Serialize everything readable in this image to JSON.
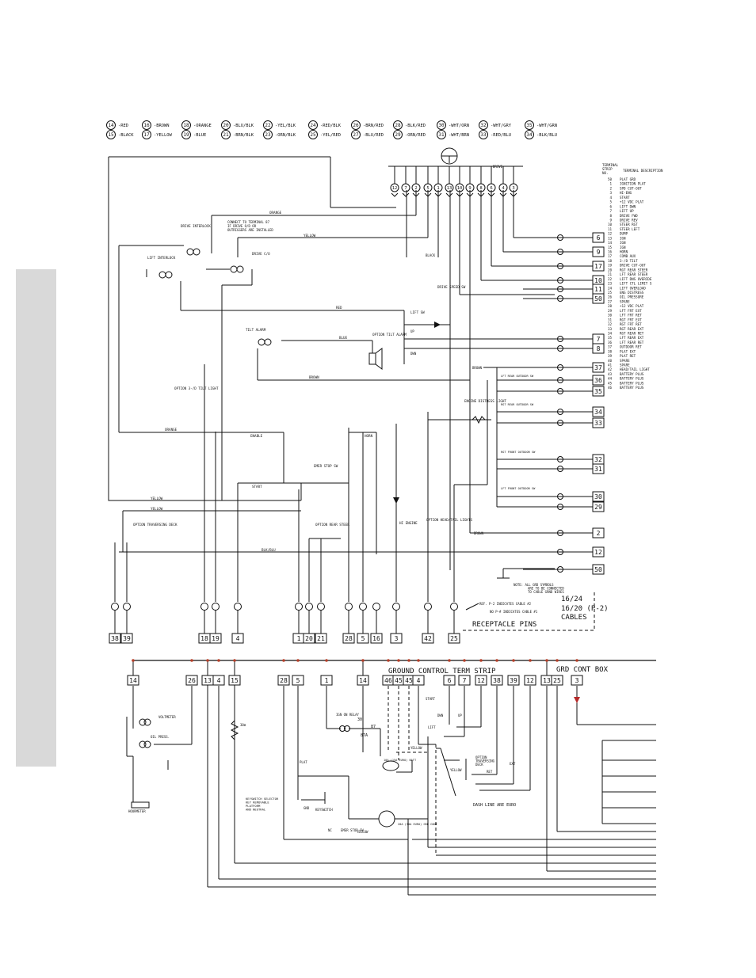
{
  "legend": [
    {
      "num": "14",
      "color": "RED"
    },
    {
      "num": "15",
      "color": "BLACK"
    },
    {
      "num": "16",
      "color": "BROWN"
    },
    {
      "num": "17",
      "color": "YELLOW"
    },
    {
      "num": "18",
      "color": "ORANGE"
    },
    {
      "num": "19",
      "color": "BLUE"
    },
    {
      "num": "20",
      "color": "BLU/BLK"
    },
    {
      "num": "21",
      "color": "BRN/BLK"
    },
    {
      "num": "22",
      "color": "YEL/BLK"
    },
    {
      "num": "23",
      "color": "ORN/BLK"
    },
    {
      "num": "24",
      "color": "RED/BLK"
    },
    {
      "num": "25",
      "color": "YEL/RED"
    },
    {
      "num": "26",
      "color": "BRN/RED"
    },
    {
      "num": "27",
      "color": "BLU/RED"
    },
    {
      "num": "28",
      "color": "BLK/RED"
    },
    {
      "num": "29",
      "color": "ORN/RED"
    },
    {
      "num": "30",
      "color": "WHT/ORN"
    },
    {
      "num": "31",
      "color": "WHT/BRN"
    },
    {
      "num": "32",
      "color": "WHT/GRY"
    },
    {
      "num": "33",
      "color": "RED/BLU"
    },
    {
      "num": "35",
      "color": "WHT/GRN"
    },
    {
      "num": "34",
      "color": "BLK/BLU"
    }
  ],
  "drive_connector": {
    "label": "DRIVE",
    "pins": [
      "12",
      "7",
      "2",
      "5",
      "1",
      "13",
      "10",
      "9",
      "8",
      "6",
      "4",
      "3"
    ]
  },
  "terminal_strip": {
    "title_line1": "TERMINAL",
    "title_line2": "STRIP",
    "title_line3": "NO.",
    "desc_header": "TERMINAL DESCRIPTION",
    "rows": [
      "50  PLAT GRD",
      "1  IGNITION PLAT",
      "2  SPD CUT-OUT",
      "3  HI-ENG",
      "4  START",
      "5  +12 VDC PLAT",
      "6  LIFT DWN",
      "7  LIFT UP",
      "8  DRIVE FWD",
      "9  DRIVE REV",
      "10  STEER RGT",
      "11  STEER LEFT",
      "12  DUMP",
      "13  IGN",
      "14  IGN",
      "15  IGN",
      "16  HORN",
      "17  COMB AUX",
      "18  3-/D TILT",
      "19  DRIVE CUT-OUT",
      "20  RGT REAR STEER",
      "21  LFT REAR STEER",
      "22  LIFT DNS OVERIDE",
      "23  LIFT CTL LIMIT S",
      "24  LIFT OVERLOAD",
      "25  ENG DISTRESS",
      "26  OIL PRESSURE",
      "27  SPARE",
      "28  +12 VDC PLAT",
      "29  LFT FRT EXT",
      "30  LFT FRT RET",
      "31  RGT FRT EXT",
      "32  RGT FRT RET",
      "33  RGT REAR EXT",
      "34  RGT REAR RET",
      "35  LFT REAR EXT",
      "36  LFT REAR RET",
      "37  OUTDOOR RET",
      "38  PLAT EXT",
      "39  PLAT RET",
      "40  SPARE",
      "41  SPARE",
      "42  HEAD/TAIL LIGHT",
      "43  BATTERY PLUS",
      "44  BATTERY PLUS",
      "45  BATTERY PLUS",
      "46  BATTERY PLUS"
    ]
  },
  "right_terminals": [
    "6",
    "9",
    "17",
    "10",
    "11",
    "50",
    "7",
    "8",
    "37",
    "36",
    "35",
    "34",
    "33",
    "32",
    "31",
    "30",
    "29",
    "2",
    "12",
    "50"
  ],
  "bottom_receptacle_boxes": [
    "38",
    "39",
    "18",
    "19",
    "4",
    "1",
    "20",
    "21",
    "28",
    "5",
    "16",
    "3",
    "42",
    "25"
  ],
  "ground_boxes": [
    "14",
    "26",
    "13",
    "4",
    "15",
    "28",
    "5",
    "1",
    "14",
    "46",
    "45",
    "45",
    "4",
    "6",
    "7",
    "12",
    "38",
    "39",
    "12",
    "13",
    "25",
    "3"
  ],
  "labels": {
    "drive_interlock": "DRIVE INTERLOCK",
    "lift_interlock": "LIFT INTERLOCK",
    "connect_note": "CONNECT TO TERMINAL 87 IF DRIVE O/D OR OUTRIGGERS ARE INSTALLED",
    "drive_cutout": "DRIVE C/O",
    "tilt_alarm": "TILT ALARM",
    "option_tilt_alarm": "OPTION TILT ALARM",
    "option_tilt_light": "OPTION 3-/D TILT LIGHT",
    "drive_speed_sw": "DRIVE SPEED SW",
    "lift_sw": "LIFT SW",
    "engine_distress": "ENGINE DISTRESS LIGHT",
    "enable": "ENABLE",
    "horn": "HORN",
    "start": "START",
    "emer_stop": "EMER STOP SW",
    "option_rear_steer": "OPTION REAR STEER",
    "option_traversing_deck": "OPTION TRAVERSING DECK",
    "hi_engine": "HI ENGINE",
    "option_head_tail": "OPTION HEAD/TAIL LIGHTS",
    "wire_orange": "ORANGE",
    "wire_yellow": "YELLOW",
    "wire_red": "RED",
    "wire_blue": "BLUE",
    "wire_brown": "BROWN",
    "wire_blk_blu": "BLK/BLU",
    "wire_black": "BLACK",
    "up": "UP",
    "dwn": "DWN",
    "lft_rear_outdoor": "LFT REAR OUTDOOR SW",
    "rgt_rear_outdoor": "RGT REAR OUTDOOR SW",
    "rgt_front_outdoor": "RGT FRONT OUTDOOR SW",
    "lft_front_outdoor": "LFT FRONT OUTDOOR SW",
    "note": "NOTE:  ALL GRD SYMBOLS ARE TO BE CONNECTED TO CABLE GRND WIRES",
    "ref_p2": "REF. P-2 INDICATES CABLE #2",
    "no_p": "NO P-# INDICATES CABLE #1",
    "cable_1": "16/24",
    "cable_2": "16/20 (P-2)",
    "cables": "CABLES",
    "receptacle_pins": "RECEPTACLE PINS",
    "ground_control_term_strip": "GROUND CONTROL TERM STRIP",
    "grd_cont_box": "GRD CONT BOX",
    "voltmeter": "VOLTMETER",
    "oil_press": "OIL PRESS.",
    "hourmeter": "HOURMETER",
    "ign_on_relay": "IGN ON RELAY",
    "relay_30": "30",
    "relay_87": "87",
    "relay_87a": "87A",
    "fuse_10a": "10A (15A EURO) BATT",
    "fuse_20a": "20A (30A EURO) GRD CONT",
    "keyswitch_selector": "KEYSWITCH SELECTOR KEY REMOVABLE PLATFORM AND NEUTRAL",
    "keyswitch": "KEYSWITCH",
    "emer_stop_sw_g": "EMER STOP SW",
    "no": "NC",
    "plat": "PLAT",
    "gnd": "GND",
    "lift_g": "LIFT",
    "option_traversing_g": "OPTION TRAVERSING DECK",
    "ext": "EXT",
    "ret": "RET",
    "dash_line_euro": "DASH LINE ARE EURO",
    "start_g": "START",
    "dwn_g": "DWN",
    "up_g": "UP",
    "batt": "BATT",
    "res_30": "30Ω"
  }
}
